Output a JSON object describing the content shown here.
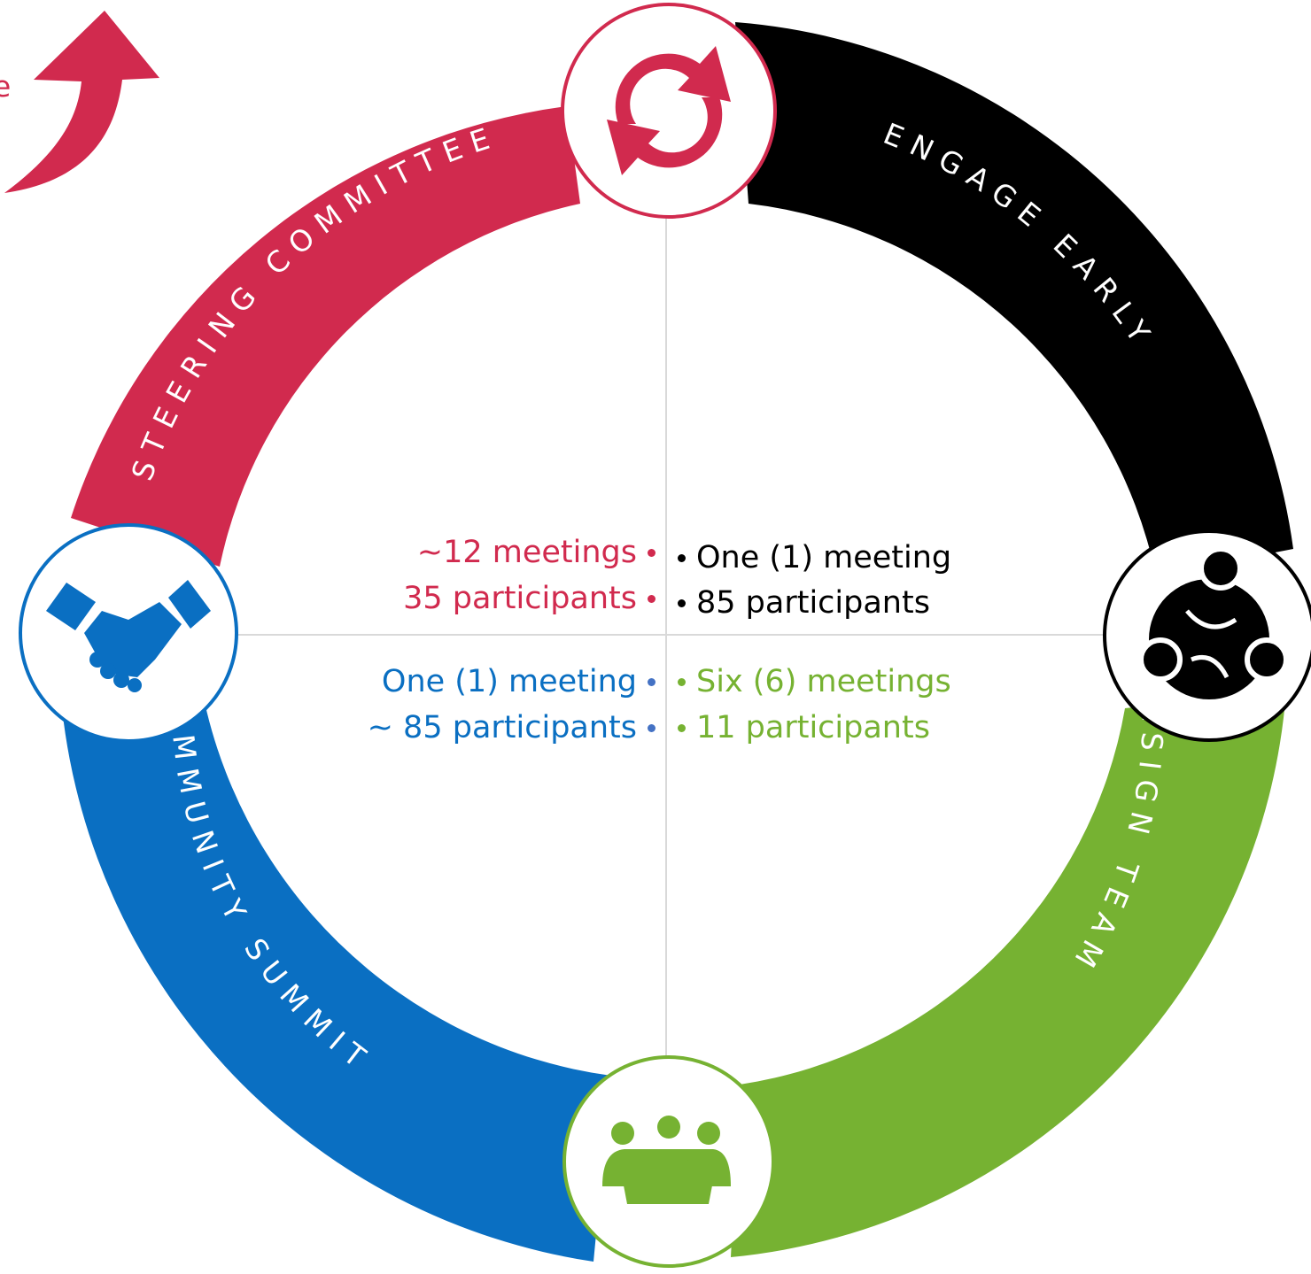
{
  "corner_text": "e",
  "segments": {
    "steering": {
      "label": "STEERING COMMITTEE",
      "color": "#d12a4e"
    },
    "engage": {
      "label": "ENGAGE EARLY",
      "color": "#000000"
    },
    "design": {
      "label": "DESIGN TEAM",
      "color": "#76b232"
    },
    "summit": {
      "label": "COMMUNITY SUMMIT",
      "color": "#0a6fc2"
    }
  },
  "stats": {
    "steering": [
      "~12 meetings",
      "35 participants"
    ],
    "engage": [
      "One (1) meeting",
      "85 participants"
    ],
    "summit": [
      "One (1) meeting",
      "~ 85 participants"
    ],
    "design": [
      "Six (6) meetings",
      "11 participants"
    ]
  },
  "icons": {
    "top": "refresh-icon",
    "right": "people-puzzle-icon",
    "bottom": "meeting-group-icon",
    "left": "handshake-icon"
  }
}
